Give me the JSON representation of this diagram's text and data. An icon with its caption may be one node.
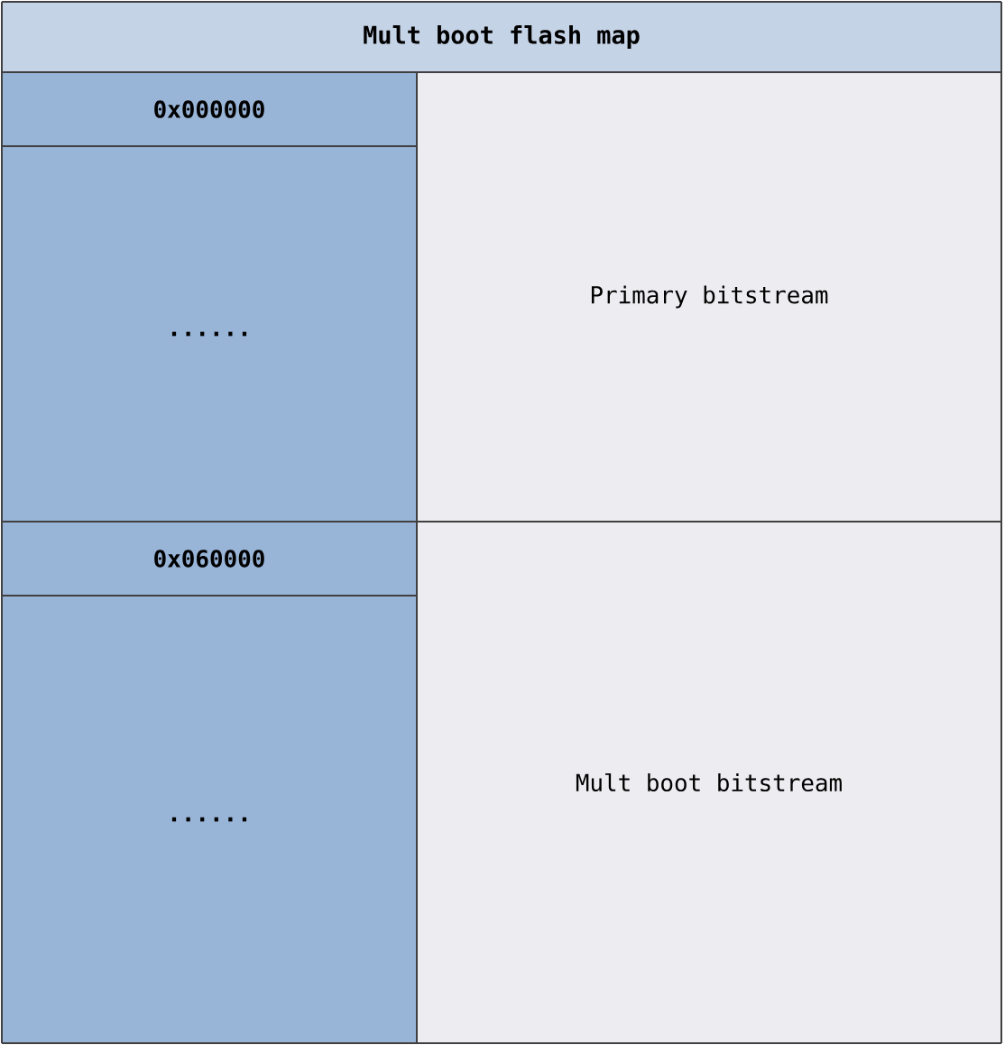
{
  "diagram": {
    "title": "Mult boot flash map",
    "labels": [
      "0x000000",
      "Primary bitstream",
      "......",
      "0x060000",
      "Mult boot bitstream",
      "......"
    ]
  }
}
